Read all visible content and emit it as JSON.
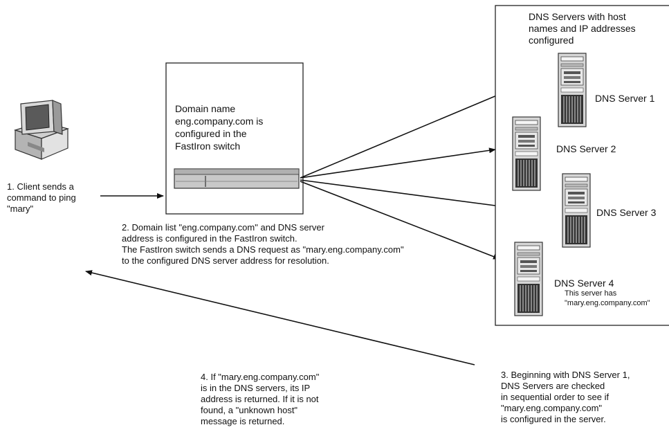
{
  "client": {
    "step1_lines": [
      "1. Client sends a",
      "command to ping",
      "\"mary\""
    ]
  },
  "switch_box": {
    "lines": [
      "Domain name",
      "eng.company.com is",
      "configured in the",
      "FastIron switch"
    ]
  },
  "step2_lines": [
    "2.  Domain list \"eng.company.com\" and DNS server",
    "address is configured in the FastIron switch.",
    "The FastIron switch sends a DNS request as \"mary.eng.company.com\"",
    "to the configured DNS server address for resolution."
  ],
  "dns_panel": {
    "title_lines": [
      "DNS Servers with host",
      "names and IP addresses",
      "configured"
    ],
    "servers": [
      {
        "label": "DNS Server 1"
      },
      {
        "label": "DNS Server 2"
      },
      {
        "label": "DNS Server 3"
      },
      {
        "label": "DNS Server 4",
        "note_lines": [
          "This server has",
          "\"mary.eng.company.com\""
        ]
      }
    ]
  },
  "step3_lines": [
    "3. Beginning with DNS Server 1,",
    "DNS Servers are checked",
    "in sequential order to see if",
    "\"mary.eng.company.com\"",
    "is configured in the server."
  ],
  "step4_lines": [
    "4. If \"mary.eng.company.com\"",
    "is in the DNS servers, its IP",
    "address is returned. If it is not",
    "found, a \"unknown host\"",
    "message is returned."
  ]
}
